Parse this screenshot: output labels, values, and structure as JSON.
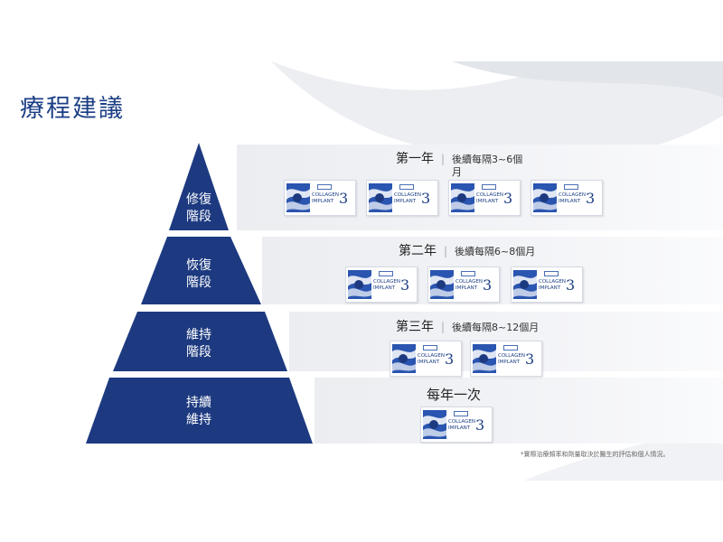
{
  "title": "療程建議",
  "tiers": [
    {
      "label_line1": "修復",
      "label_line2": "階段",
      "heading": "第一年",
      "note_line1": "後續每隔3~6個",
      "note_line2": "月",
      "product_count": 4
    },
    {
      "label_line1": "恢復",
      "label_line2": "階段",
      "heading": "第二年",
      "note_line1": "後續每隔6~8個月",
      "product_count": 3
    },
    {
      "label_line1": "維持",
      "label_line2": "階段",
      "heading": "第三年",
      "note_line1": "後續每隔8~12個月",
      "product_count": 2
    },
    {
      "label_line1": "持續",
      "label_line2": "維持",
      "heading": "每年一次",
      "product_count": 1
    }
  ],
  "product": {
    "brand_line1": "COLLAGEN",
    "brand_line2": "IMPLANT",
    "number": "3"
  },
  "footnote": "*實際治療頻率和劑量取決於醫生的評估和個人情況。",
  "colors": {
    "pyramid": "#1d3a80",
    "title": "#1c3f85",
    "band": "#eef0f3"
  }
}
